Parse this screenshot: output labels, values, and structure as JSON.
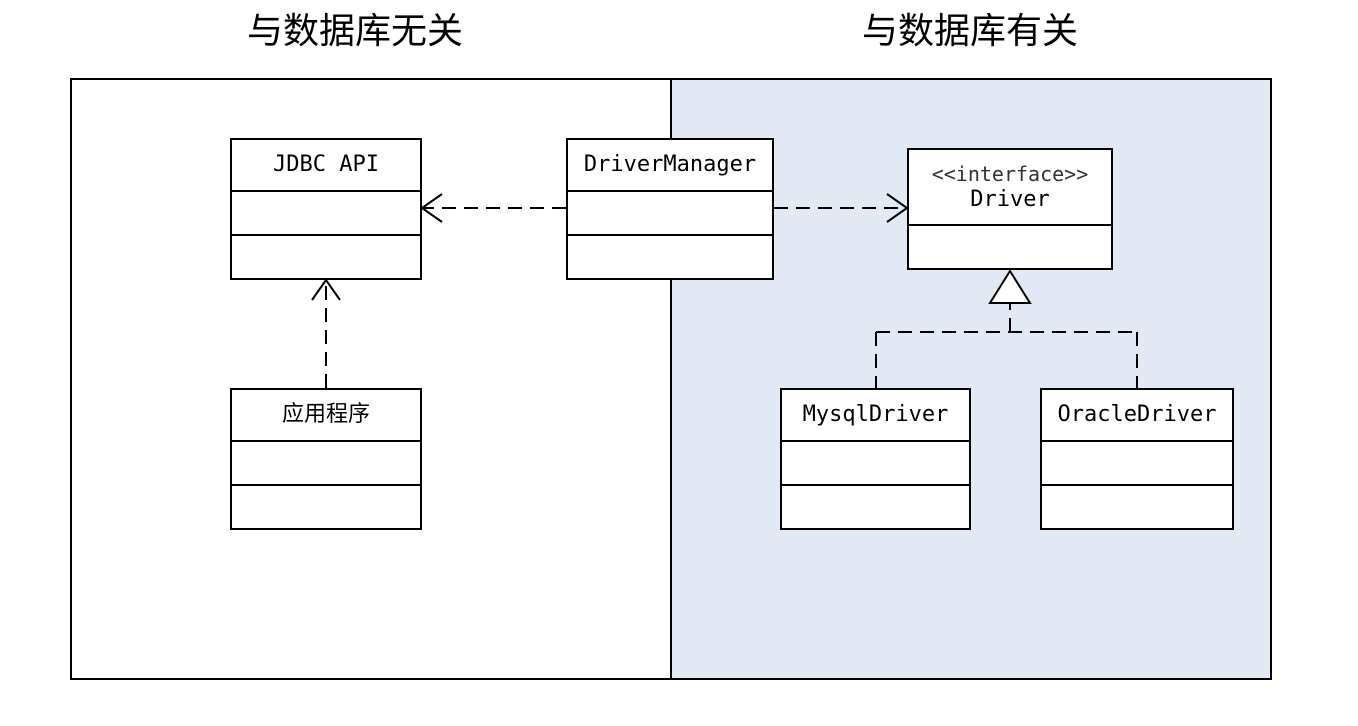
{
  "headings": {
    "left": "与数据库无关",
    "right": "与数据库有关"
  },
  "colors": {
    "background": "#ffffff",
    "database_dependent_region": "#e2e8f4",
    "line": "#000000"
  },
  "classes": {
    "jdbc_api": {
      "name": "JDBC API"
    },
    "application": {
      "name": "应用程序"
    },
    "driver_manager": {
      "name": "DriverManager"
    },
    "driver": {
      "stereotype": "<<interface>>",
      "name": "Driver"
    },
    "mysql_driver": {
      "name": "MysqlDriver"
    },
    "oracle_driver": {
      "name": "OracleDriver"
    }
  },
  "relationships": [
    {
      "from": "DriverManager",
      "to": "JDBC API",
      "type": "dependency"
    },
    {
      "from": "应用程序",
      "to": "JDBC API",
      "type": "dependency"
    },
    {
      "from": "DriverManager",
      "to": "Driver",
      "type": "dependency"
    },
    {
      "from": "MysqlDriver",
      "to": "Driver",
      "type": "realization"
    },
    {
      "from": "OracleDriver",
      "to": "Driver",
      "type": "realization"
    }
  ]
}
